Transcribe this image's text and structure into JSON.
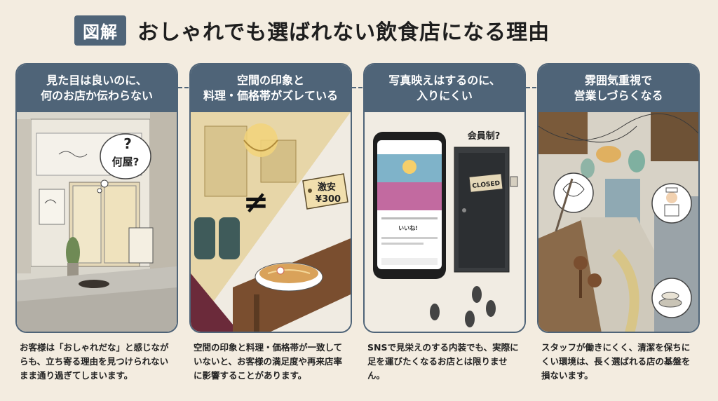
{
  "header": {
    "badge": "図解",
    "title": "おしゃれでも選ばれない飲食店になる理由"
  },
  "cards": [
    {
      "title_line1": "見た目は良いのに、",
      "title_line2": "何のお店か伝わらない",
      "bubble_q": "?",
      "bubble_text": "何屋?",
      "caption": "お客様は「おしゃれだな」と感じながらも、立ち寄る理由を見つけられないまま通り過ぎてしまいます。"
    },
    {
      "title_line1": "空間の印象と",
      "title_line2": "料理・価格帯がズレている",
      "not_equal": "≠",
      "price_tag_line1": "激安",
      "price_tag_line2": "¥300",
      "caption": "空間の印象と料理・価格帯が一致していないと、お客様の満足度や再来店率に影響することがあります。"
    },
    {
      "title_line1": "写真映えはするのに、",
      "title_line2": "入りにくい",
      "members_label": "会員制?",
      "closed_sign": "CLOSED",
      "like_label": "いいね!",
      "caption": "SNSで見栄えのする内装でも、実際に足を運びたくなるお店とは限りません。"
    },
    {
      "title_line1": "雰囲気重視で",
      "title_line2": "営業しづらくなる",
      "caption": "スタッフが働きにくく、清潔を保ちにくい環境は、長く選ばれる店の基盤を損ないます。"
    }
  ],
  "colors": {
    "background": "#f3ece0",
    "accent": "#4f6478",
    "text": "#222222"
  }
}
